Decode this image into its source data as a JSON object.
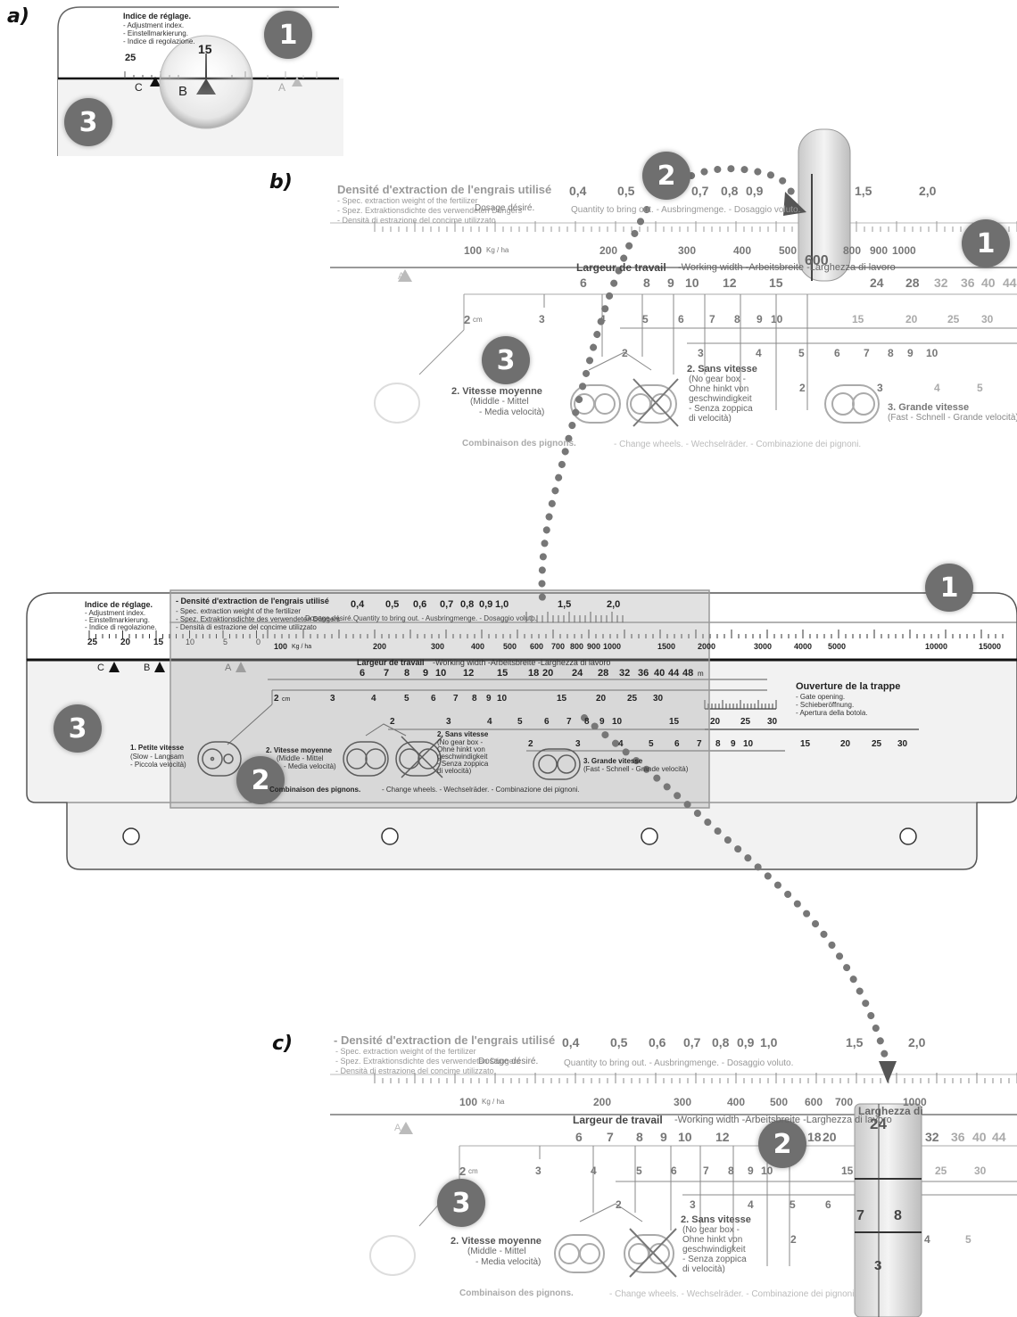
{
  "panels": {
    "a": "a)",
    "b": "b)",
    "c": "c)"
  },
  "callouts": {
    "one": "1",
    "two": "2",
    "three": "3"
  },
  "adjust": {
    "title": "Indice de réglage.",
    "lines": [
      "- Adjustment index.",
      "- Einstellmarkierung.",
      "- Indice di regolazione."
    ],
    "marks": {
      "c": "C",
      "b": "B",
      "a": "A"
    },
    "ticks": [
      "25",
      "20",
      "15",
      "10",
      "5",
      "0"
    ]
  },
  "density": {
    "title": "- Densité d'extraction de l'engrais utilisé",
    "title_b": "Densité d'extraction de l'engrais utilisé",
    "lines": [
      "- Spec. extraction weight of the fertilizer",
      "- Spez. Extraktionsdichte des verwendeten Düngers",
      "- Densità di estrazione del concime utilizzato"
    ],
    "values": [
      "0,4",
      "0,5",
      "0,6",
      "0,7",
      "0,8",
      "0,9",
      "1,0",
      "1,5",
      "2,0"
    ]
  },
  "dose": {
    "label": "Dosage désiré.",
    "rest": "Quantity to bring out.  - Ausbringmenge.  - Dosaggio voluto.",
    "unit": "Kg / ha",
    "values": [
      "100",
      "200",
      "300",
      "400",
      "500",
      "600",
      "700",
      "800",
      "900",
      "1000",
      "1500",
      "2000",
      "3000",
      "4000",
      "5000",
      "10000",
      "15000"
    ],
    "cursor_value": "600"
  },
  "width": {
    "label": "Largeur de travail",
    "rest": "-Working width -Arbeitsbreite -Larghezza di lavoro",
    "unit": "m",
    "values": [
      "6",
      "7",
      "8",
      "9",
      "10",
      "12",
      "15",
      "18",
      "20",
      "24",
      "28",
      "32",
      "36",
      "40",
      "44",
      "48"
    ],
    "cursor_value": "24",
    "cursor_label": "Larghezza di"
  },
  "gate": {
    "title": "Ouverture de la trappe",
    "lines": [
      "- Gate opening.",
      "- Schieberöffnung.",
      "- Apertura della botola."
    ]
  },
  "cm_scales": {
    "s1": [
      "2",
      "3",
      "4",
      "5",
      "6",
      "7",
      "8",
      "9",
      "10",
      "15",
      "20",
      "25",
      "30"
    ],
    "s2": [
      "2",
      "3",
      "4",
      "5",
      "6",
      "7",
      "8",
      "9",
      "10",
      "15",
      "20",
      "25",
      "30"
    ],
    "s3": [
      "2",
      "3",
      "4",
      "5",
      "6",
      "7",
      "8",
      "9",
      "10",
      "15",
      "20",
      "25",
      "30"
    ],
    "unit": "cm"
  },
  "speeds": {
    "slow": {
      "title": "1. Petite vitesse",
      "lines": [
        "(Slow  - Langsam",
        "- Piccola velocità)"
      ]
    },
    "middle": {
      "title": "2. Vitesse moyenne",
      "lines": [
        "(Middle  - Mittel",
        "- Media velocità)"
      ]
    },
    "none": {
      "title": "2. Sans vitesse",
      "lines": [
        "(No gear box -",
        "Ohne hinkt von",
        "geschwindigkeit",
        "- Senza zoppica",
        "di velocità)"
      ]
    },
    "fast": {
      "title": "3. Grande vitesse",
      "lines": [
        "(Fast  - Schnell - Grande velocità)"
      ]
    }
  },
  "pinions": {
    "title": "Combinaison des pignons.",
    "rest": "- Change wheels.   - Wechselräder.   - Combinazione dei pignoni."
  }
}
